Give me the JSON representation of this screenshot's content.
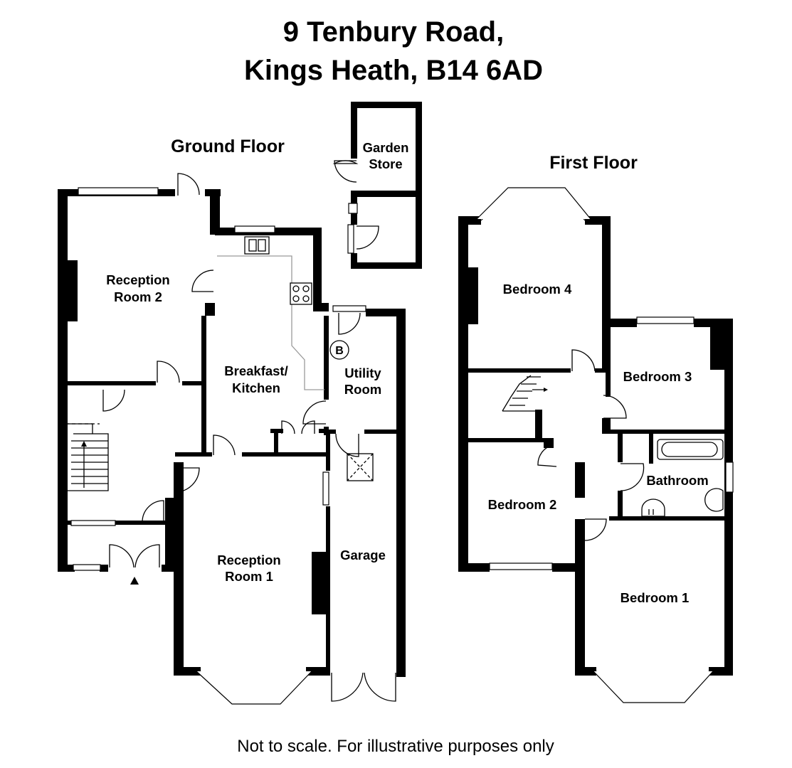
{
  "title": {
    "line1": "9 Tenbury Road,",
    "line2": "Kings Heath, B14 6AD"
  },
  "floors": {
    "ground": {
      "heading": "Ground Floor",
      "rooms": {
        "reception2": [
          "Reception",
          "Room 2"
        ],
        "kitchen": [
          "Breakfast/",
          "Kitchen"
        ],
        "utility": [
          "Utility",
          "Room"
        ],
        "reception1": [
          "Reception",
          "Room 1"
        ],
        "garage": [
          "Garage"
        ],
        "garden_store": [
          "Garden",
          "Store"
        ]
      },
      "boiler_label": "B"
    },
    "first": {
      "heading": "First Floor",
      "rooms": {
        "bedroom4": [
          "Bedroom 4"
        ],
        "bedroom3": [
          "Bedroom 3"
        ],
        "bedroom2": [
          "Bedroom 2"
        ],
        "bathroom": [
          "Bathroom"
        ],
        "bedroom1": [
          "Bedroom 1"
        ]
      }
    }
  },
  "footer": "Not to scale. For illustrative purposes only"
}
